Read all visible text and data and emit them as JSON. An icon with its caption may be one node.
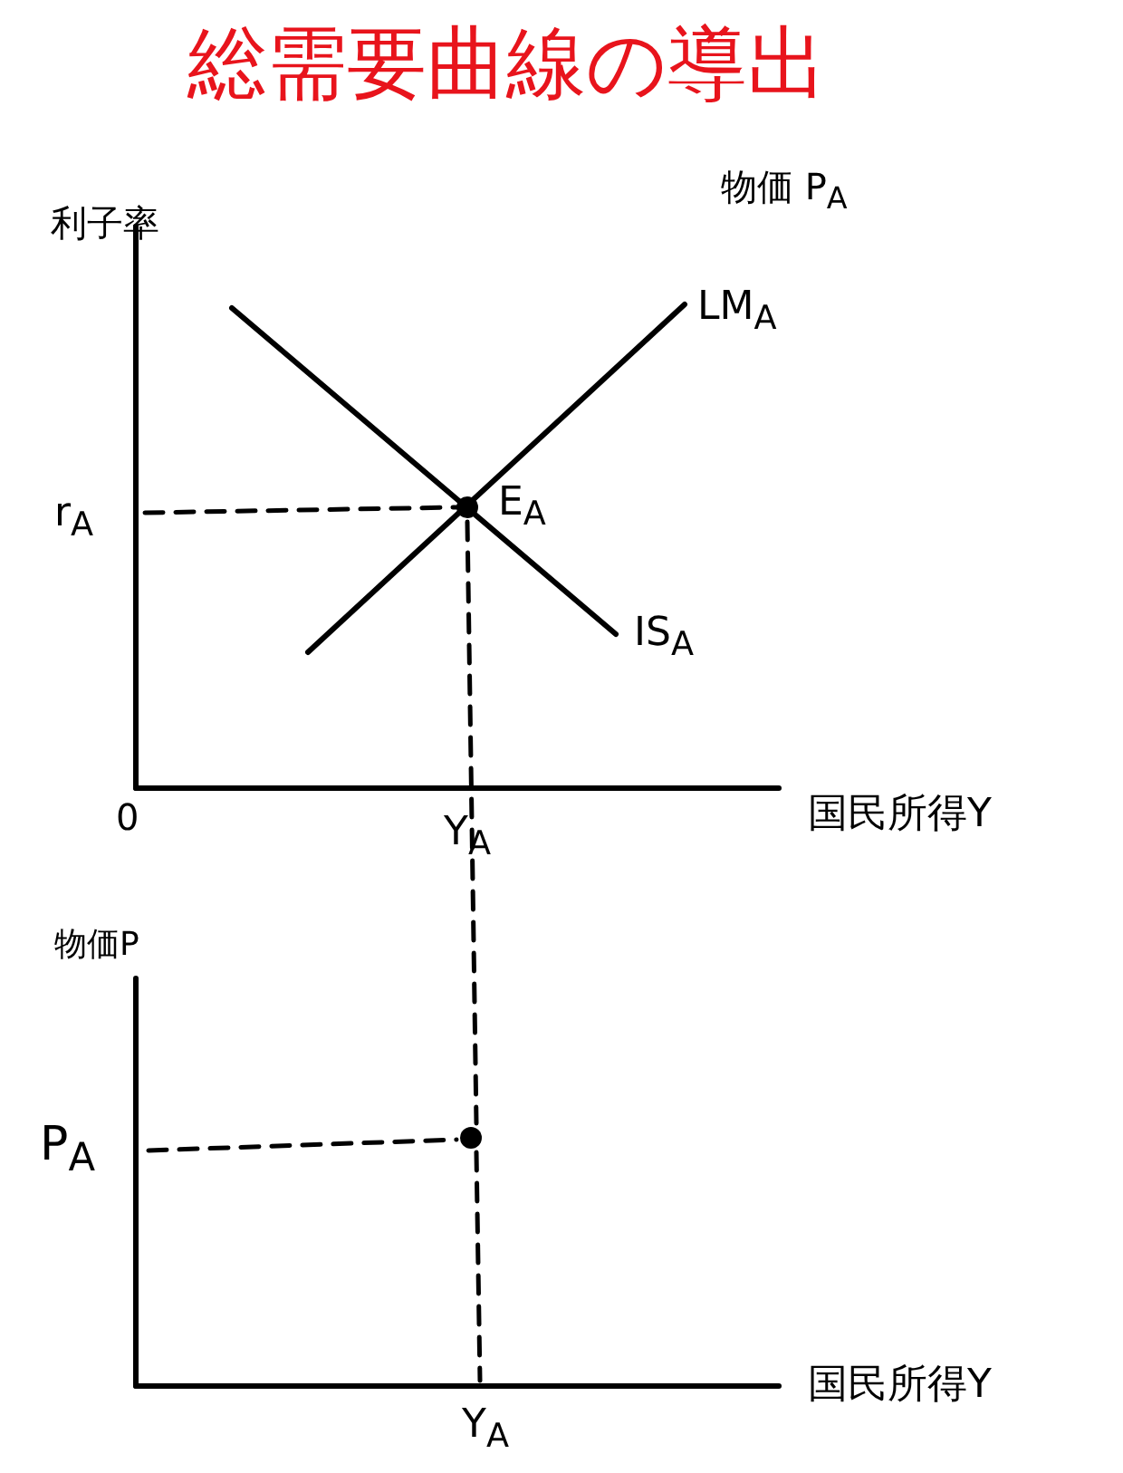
{
  "diagram": {
    "title": "総需要曲線の導出",
    "labels": [
      "利子率",
      "物価 P$_{A}$",
      "LM$_{A}$",
      "r$_{A}$",
      "E$_{A}$",
      "IS$_{A}$",
      "0",
      "Y$_{A}$",
      "国民所得Y",
      "物価P",
      "P$_{A}$",
      "Y$_{A}$",
      "国民所得Y"
    ]
  }
}
